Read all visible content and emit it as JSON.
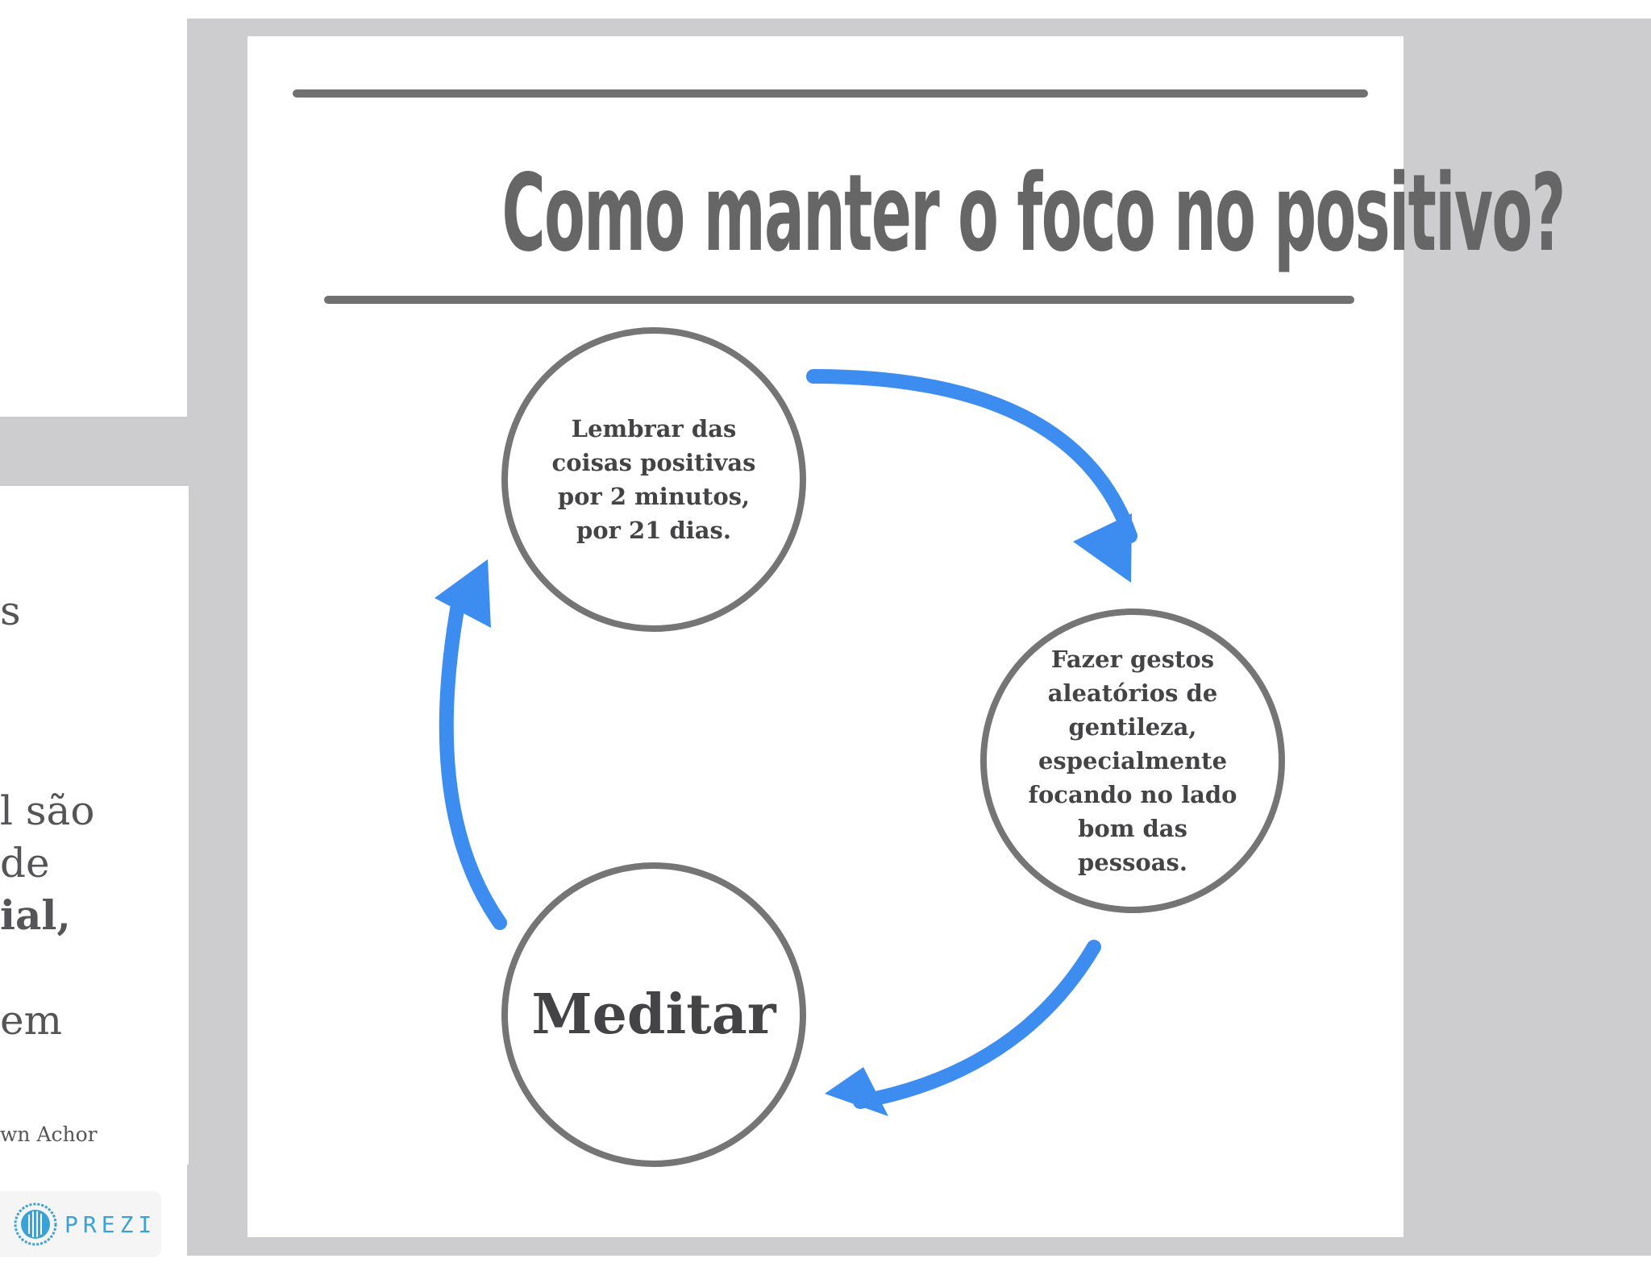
{
  "left_panel": {
    "lines": [
      "s",
      "l são",
      "de",
      "ial,",
      " em"
    ],
    "author": "wn Achor"
  },
  "slide": {
    "title": "Como manter o foco no positivo?",
    "circles": [
      {
        "id": "lembrar",
        "text": "Lembrar das coisas positivas por 2 minutos, por 21 dias."
      },
      {
        "id": "fazer",
        "text": "Fazer gestos aleatórios de gentileza, especialmente focando no lado bom das pessoas."
      },
      {
        "id": "meditar",
        "text": "Meditar"
      }
    ]
  },
  "branding": {
    "logo_text": "PREZI",
    "logo_icon": "prezi-logo-icon"
  },
  "colors": {
    "arrow": "#3d8df0",
    "circle_border": "#757575",
    "background_gray": "#cdcdcf",
    "brand": "#3aa2d6"
  }
}
